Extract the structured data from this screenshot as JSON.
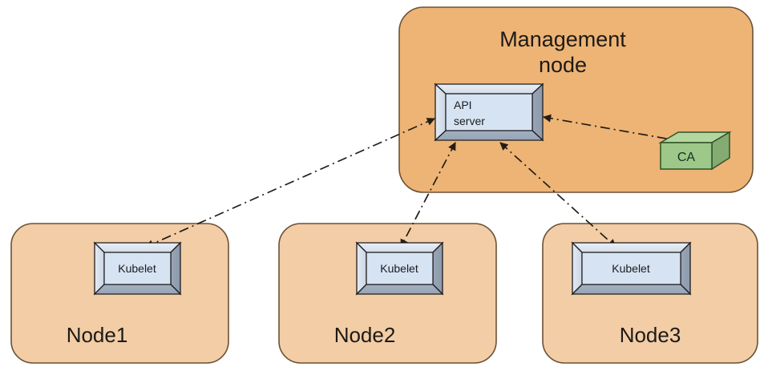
{
  "diagram": {
    "title_text": "Management node",
    "type": "architecture-diagram",
    "background_color": "#ffffff"
  },
  "management_node": {
    "label_line1": "Management",
    "label_line2": "node",
    "fill_color": "#edb475",
    "stroke_color": "#6b5136"
  },
  "api_server": {
    "label_line1": "API",
    "label_line2": "server",
    "fill_color": "#d6e3f2",
    "bevel_color": "#aebacb",
    "stroke_color": "#1d1d1f"
  },
  "ca": {
    "label": "CA",
    "fill_color": "#9ec78a",
    "top_color": "#b4d79f",
    "side_color": "#84ab72",
    "stroke_color": "#2f5226"
  },
  "nodes": [
    {
      "id": "node1",
      "label": "Node1",
      "kubelet_label": "Kubelet",
      "fill_color": "#f2cda6",
      "stroke_color": "#6b5136"
    },
    {
      "id": "node2",
      "label": "Node2",
      "kubelet_label": "Kubelet",
      "fill_color": "#f2cda6",
      "stroke_color": "#6b5136"
    },
    {
      "id": "node3",
      "label": "Node3",
      "kubelet_label": "Kubelet",
      "fill_color": "#f2cda6",
      "stroke_color": "#6b5136"
    }
  ],
  "connections": [
    {
      "id": "api-to-ca",
      "from": "api_server",
      "to": "ca",
      "style": "dash-dot",
      "arrows": "both"
    },
    {
      "id": "api-to-kubelet1",
      "from": "api_server",
      "to": "node1_kubelet",
      "style": "dash-dot",
      "arrows": "both"
    },
    {
      "id": "api-to-kubelet2",
      "from": "api_server",
      "to": "node2_kubelet",
      "style": "dash-dot",
      "arrows": "both"
    },
    {
      "id": "api-to-kubelet3",
      "from": "api_server",
      "to": "node3_kubelet",
      "style": "dash-dot",
      "arrows": "both"
    }
  ],
  "connector_color": "#231d16"
}
